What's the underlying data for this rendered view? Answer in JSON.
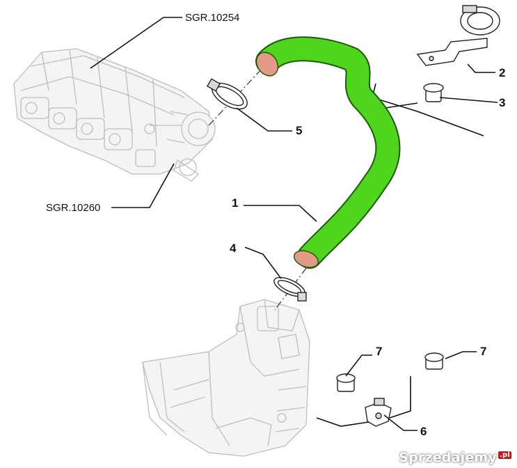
{
  "references": {
    "upper_ref": "SGR.10254",
    "lower_ref": "SGR.10260"
  },
  "callouts": [
    "1",
    "2",
    "3",
    "4",
    "5",
    "6",
    "7",
    "7"
  ],
  "colors": {
    "hose_green": "#4fd61c",
    "hose_outline": "#1c5a10",
    "hose_end_salmon": "#e39a86",
    "ghost_grey": "#bdbdbd",
    "line": "#111111"
  },
  "watermark": {
    "text": "Sprzedajemy",
    "tag": ".pl"
  }
}
